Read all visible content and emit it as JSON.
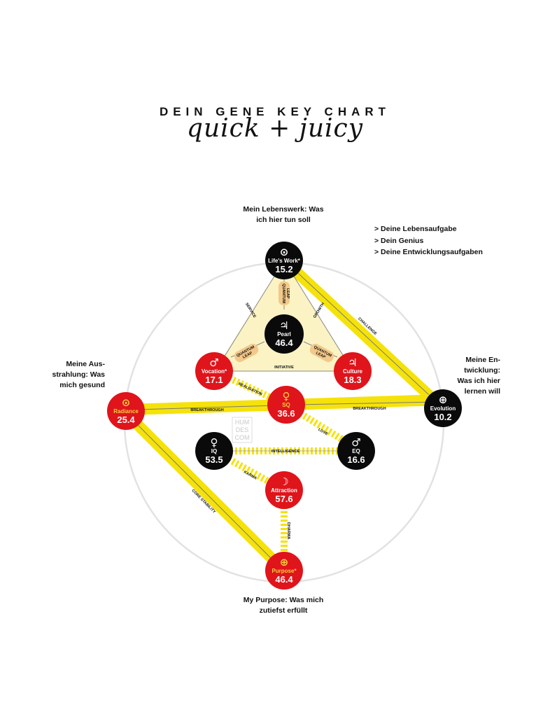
{
  "header": {
    "title": "DEIN GENE KEY CHART",
    "subtitle": "quick + juicy"
  },
  "annotations": {
    "lifes_work": [
      "Mein Lebenswerk: Was",
      "ich hier tun soll"
    ],
    "radiance": [
      "Meine Aus-",
      "strahlung: Was",
      "mich gesund"
    ],
    "evolution": [
      "Meine En-",
      "twicklung:",
      "Was ich hier",
      "lernen will"
    ],
    "purpose": [
      "My Purpose: Was mich",
      "zutiefst erfüllt"
    ]
  },
  "bullets": [
    "> Deine Lebensaufgabe",
    "> Dein Genius",
    "> Deine Entwicklungsaufgaben"
  ],
  "watermark": [
    "HUM",
    "DES",
    "COM"
  ],
  "colors": {
    "red": "#e0141b",
    "black": "#0a0a0a",
    "yellow": "#f5e20a",
    "triangle": "#fbf3c4",
    "label_gold": "#f4d03f",
    "circle": "#e2e2e2"
  },
  "nodes": [
    {
      "id": "lifes_work",
      "name": "Life's Work*",
      "value": "15.2",
      "symbol": "⊙",
      "color": "black"
    },
    {
      "id": "pearl",
      "name": "Pearl",
      "value": "46.4",
      "symbol": "♃",
      "color": "black"
    },
    {
      "id": "vocation",
      "name": "Vocation*",
      "value": "17.1",
      "symbol": "♂",
      "color": "red"
    },
    {
      "id": "culture",
      "name": "Culture",
      "value": "18.3",
      "symbol": "♃",
      "color": "red"
    },
    {
      "id": "radiance",
      "name": "Radiance",
      "value": "25.4",
      "symbol": "⊙",
      "color": "red"
    },
    {
      "id": "sq",
      "name": "SQ",
      "value": "36.6",
      "symbol": "♀",
      "color": "red"
    },
    {
      "id": "evolution",
      "name": "Evolution",
      "value": "10.2",
      "symbol": "⊕",
      "color": "black"
    },
    {
      "id": "iq",
      "name": "IQ",
      "value": "53.5",
      "symbol": "♀",
      "color": "black"
    },
    {
      "id": "eq",
      "name": "EQ",
      "value": "16.6",
      "symbol": "♂",
      "color": "black"
    },
    {
      "id": "attraction",
      "name": "Attraction",
      "value": "57.6",
      "symbol": "☽",
      "color": "red"
    },
    {
      "id": "purpose",
      "name": "Purpose*",
      "value": "46.4",
      "symbol": "⊕",
      "color": "red"
    }
  ],
  "edge_labels": {
    "service": "SERVICE",
    "growth": "GROWTH",
    "quantum_leap": [
      "QUANTUM",
      "LEAP"
    ],
    "initiative": "INITIATIVE",
    "challenge": "CHALLENGE",
    "realisation": "REALISATION",
    "breakthrough": "BREAKTHROUGH",
    "love": "LOVE",
    "intelligence": "INTELLIGENCE",
    "karma": "KARMA",
    "dharma": "DHARMA",
    "core_stability": "CORE STABILITY"
  }
}
